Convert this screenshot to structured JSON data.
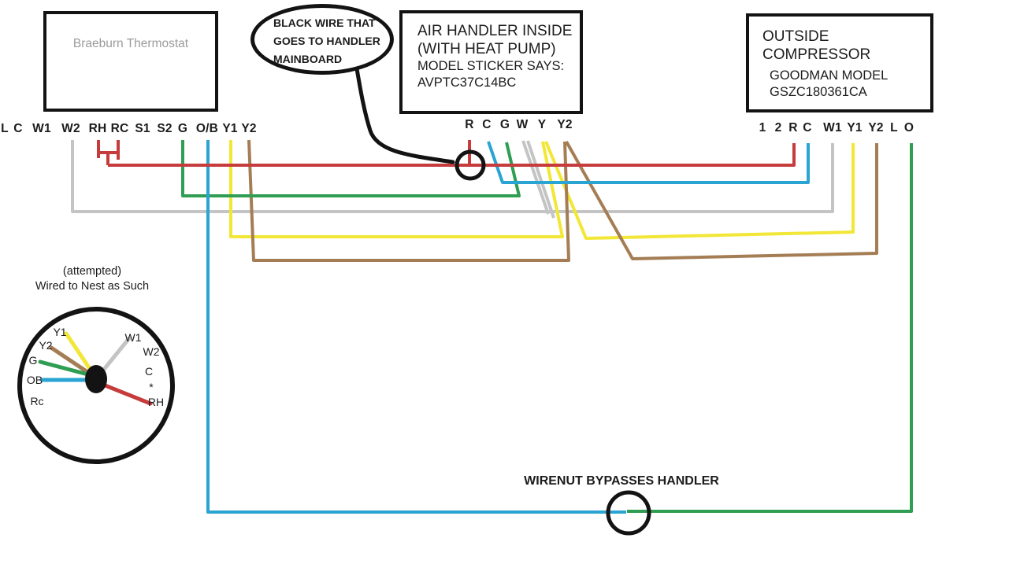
{
  "colors": {
    "red": "#c63b3b",
    "green": "#2f9e53",
    "blue": "#2aa4d2",
    "gray": "#c4c4c4",
    "yellow": "#f2e636",
    "brown": "#a57d55",
    "outline": "#131313"
  },
  "thermostat": {
    "title": "Braeburn Thermostat",
    "terminals": [
      "L",
      "C",
      "W1",
      "W2",
      "RH",
      "RC",
      "S1",
      "S2",
      "G",
      "O/B",
      "Y1",
      "Y2"
    ]
  },
  "bubble": {
    "line1": "BLACK WIRE THAT",
    "line2": "GOES TO HANDLER",
    "line3": "MAINBOARD"
  },
  "air_handler": {
    "title_line1": "AIR HANDLER INSIDE",
    "title_line2": "(WITH HEAT PUMP)",
    "sub_line1": "MODEL STICKER SAYS:",
    "sub_line2": "AVPTC37C14BC",
    "terminals": [
      "R",
      "C",
      "G",
      "W",
      "Y",
      "Y2"
    ]
  },
  "compressor": {
    "title": "OUTSIDE COMPRESSOR",
    "sub_line1": "GOODMAN MODEL",
    "sub_line2": "GSZC180361CA",
    "terminals": [
      "1",
      "2",
      "R",
      "C",
      "W1",
      "Y1",
      "Y2",
      "L",
      "O"
    ]
  },
  "nest": {
    "caption_line1": "(attempted)",
    "caption_line2": "Wired to Nest as Such",
    "labels": {
      "y1": "Y1",
      "y2": "Y2",
      "g": "G",
      "ob": "OB",
      "rc": "Rc",
      "w1": "W1",
      "w2": "W2",
      "c": "C",
      "star": "*",
      "rh": "RH"
    }
  },
  "wirenut": {
    "note": "WIRENUT BYPASSES HANDLER"
  }
}
